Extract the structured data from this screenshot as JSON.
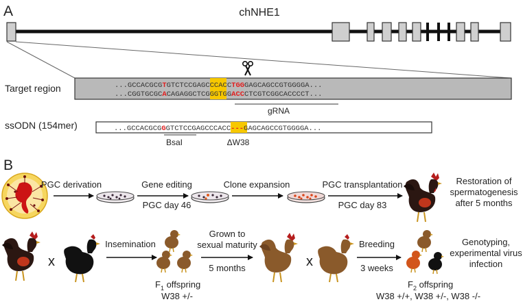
{
  "panel_a": {
    "letter": "A",
    "gene_name": "chNHE1",
    "target_label": "Target region",
    "seq_top": [
      {
        "t": "...GCCACGCG",
        "c": "normal"
      },
      {
        "t": "T",
        "c": "red"
      },
      {
        "t": "GTCTCCGAGCCCACC",
        "c": "normal"
      },
      {
        "t": "TGG",
        "c": "pam"
      },
      {
        "t": "GAGCAGCCGTGGGGA...",
        "c": "normal"
      }
    ],
    "seq_bottom": [
      {
        "t": "...CGGTGCGC",
        "c": "normal"
      },
      {
        "t": "A",
        "c": "red"
      },
      {
        "t": "CAGAGGCTCGGGTGG",
        "c": "normal"
      },
      {
        "t": "ACC",
        "c": "pam"
      },
      {
        "t": "CTCGTCGGCACCCCT...",
        "c": "normal"
      }
    ],
    "grna_label": "gRNA",
    "ssodn_label": "ssODN (154mer)",
    "seq_ssodn": [
      {
        "t": "...GCCACGCG",
        "c": "normal"
      },
      {
        "t": "G",
        "c": "red"
      },
      {
        "t": "GTCTCCGAGCCCACC",
        "c": "normal"
      },
      {
        "t": "---",
        "c": "del"
      },
      {
        "t": "GAGCAGCCGTGGGGA...",
        "c": "normal"
      }
    ],
    "bsai_label": "BsaI",
    "deletion_label": "ΔW38",
    "colors": {
      "highlight": "#f7c800",
      "red": "#e02020",
      "region_fill": "#b9b9b9",
      "exon_fill": "#cfcfcf"
    }
  },
  "panel_b": {
    "letter": "B",
    "row1": {
      "steps": [
        "PGC derivation",
        "Gene editing",
        "Clone expansion",
        "PGC transplantation"
      ],
      "day_labels": [
        "PGC day 46",
        "PGC day 83"
      ],
      "outcome": [
        "Restoration of",
        "spermatogenesis",
        "after 5 months"
      ]
    },
    "row2": {
      "cross_symbol_1": "x",
      "cross_symbol_2": "x",
      "insemination": "Insemination",
      "f1_label": "F",
      "f1_sub": "1",
      "f1_rest": " offspring",
      "f1_genotype": "W38 +/-",
      "grown": [
        "Grown to",
        "sexual maturity"
      ],
      "grown_time": "5 months",
      "breeding": "Breeding",
      "breeding_time": "3 weeks",
      "genotyping": [
        "Genotyping,",
        "experimental virus",
        "infection"
      ],
      "f2_label": "F",
      "f2_sub": "2",
      "f2_rest": " offspring",
      "f2_genotypes": "W38 +/+, W38 +/-, W38 -/-"
    }
  }
}
